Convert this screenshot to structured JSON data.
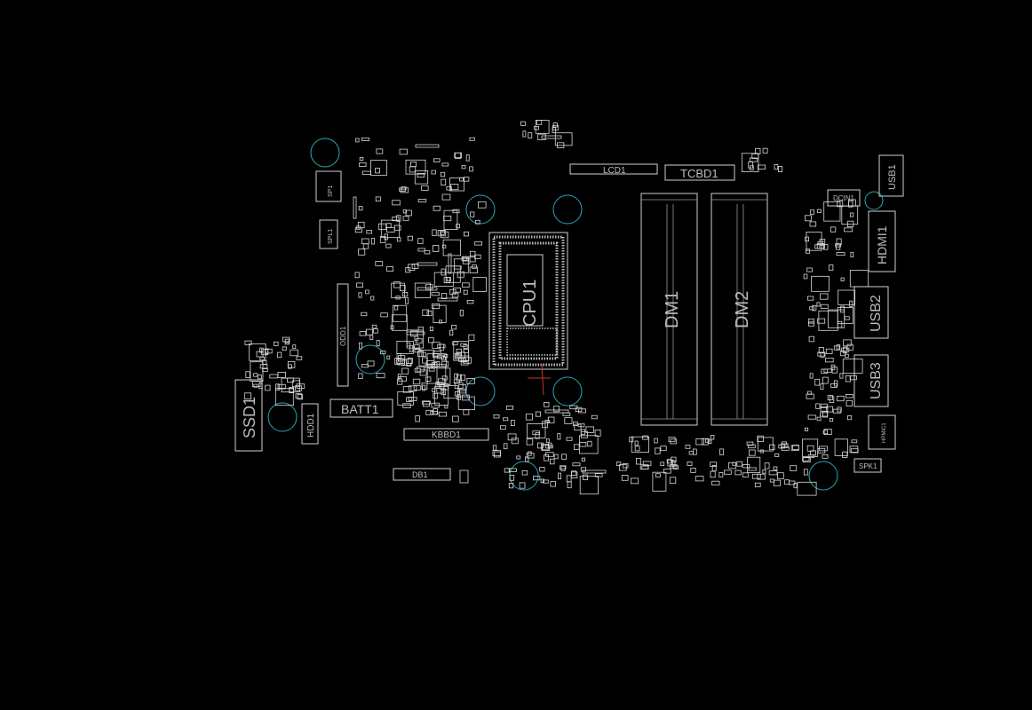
{
  "viewer": {
    "background": "#000000",
    "silkscreen_color": "#d8d8d8",
    "label_color": "#bdbdbd",
    "hole_color": "#2aa7b5",
    "trace_color": "#c0392b"
  },
  "components": {
    "cpu": "CPU1",
    "dimm1": "DM1",
    "dimm2": "DM2",
    "ssd": "SSD1",
    "hdd": "HDD1",
    "batt": "BATT1",
    "kbbd": "KBBD1",
    "db": "DB1",
    "lcd": "LCD1",
    "tcbd": "TCBD1",
    "odd": "ODD1",
    "dcin": "DCIN1",
    "usb1": "USB1",
    "hdmi": "HDMI1",
    "usb2": "USB2",
    "usb3": "USB3",
    "spk": "SPK1",
    "hpmic": "HPMIC1",
    "spk2": "SP1",
    "spk3": "SPL1"
  }
}
